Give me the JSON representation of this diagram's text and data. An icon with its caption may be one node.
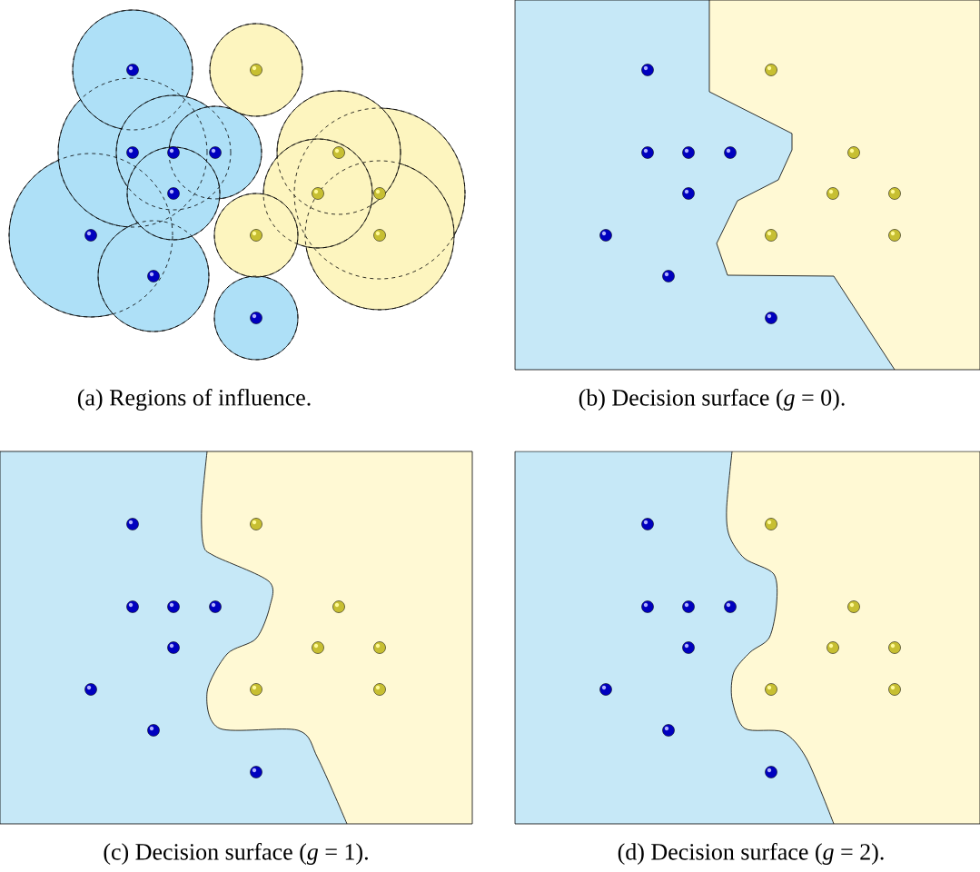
{
  "diagram": {
    "labels": [
      "(a) Regions of influence.",
      "(b) Decision surface (*g* = 0).",
      "(c) Decision surface (*g* = 1).",
      "(d) Decision surface (*g* = 2)."
    ]
  }
}
